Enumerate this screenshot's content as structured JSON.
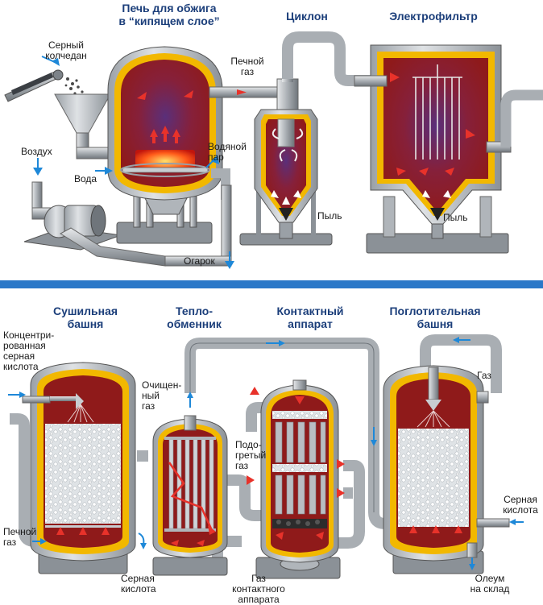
{
  "top": {
    "titles": {
      "furnace": "Печь для обжига\nв “кипящем слое”",
      "cyclone": "Циклон",
      "electrofilter": "Электрофильтр"
    },
    "labels": {
      "pyrite": "Серный\nколчедан",
      "air": "Воздух",
      "water": "Вода",
      "furnace_gas": "Печной\nгаз",
      "steam": "Водяной\nпар",
      "cinder": "Огарок",
      "dust_cyclone": "Пыль",
      "dust_filter": "Пыль"
    }
  },
  "bottom": {
    "titles": {
      "drying": "Сушильная\nбашня",
      "exchanger": "Тепло-\nобменник",
      "contact": "Контактный\nаппарат",
      "absorption": "Поглотительная\nбашня"
    },
    "labels": {
      "conc_acid": "Концентри-\nрованная\nсерная\nкислота",
      "furnace_gas": "Печной\nгаз",
      "sulfuric_acid": "Серная\nкислота",
      "purified_gas": "Очищен-\nный\nгаз",
      "heated_gas": "Подо-\nгретый\nгаз",
      "contact_gas": "Газ\nконтактного\nаппарата",
      "gas": "Газ",
      "acid_in": "Серная\nкислота",
      "oleum": "Олеум\nна склад"
    }
  },
  "colors": {
    "shell": "#c4c8cc",
    "insulation": "#f2b800",
    "chamber": "#8f1a1a",
    "pipe": "#a9aeb3",
    "arrow_red": "#e8322a",
    "arrow_blue": "#1e88d8",
    "title": "#1b3e7a",
    "divider": "#2b78c8"
  }
}
